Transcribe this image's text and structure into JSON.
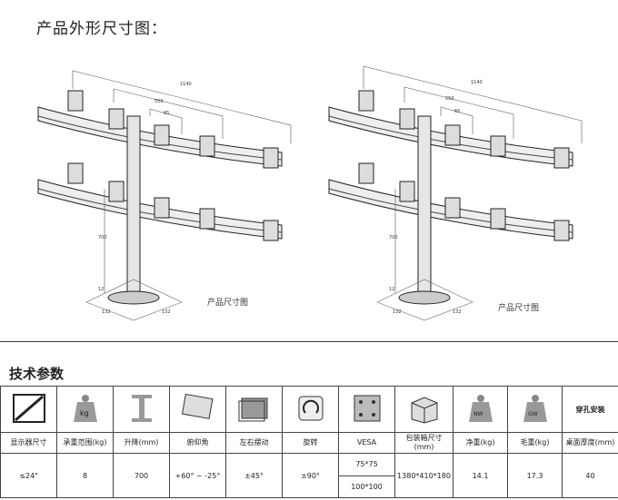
{
  "header": {
    "title": "产品外形尺寸图："
  },
  "drawings": [
    {
      "caption": "产品尺寸图",
      "dims": [
        "1140",
        "550",
        "65",
        "700",
        "12",
        "132",
        "132"
      ]
    },
    {
      "caption": "产品尺寸图",
      "dims": [
        "1140",
        "550",
        "65",
        "700",
        "12",
        "132",
        "132"
      ]
    }
  ],
  "specs": {
    "section_title": "技术参数",
    "hole_mount_label": "穿孔安装",
    "icons": [
      {
        "name": "screen-size-icon"
      },
      {
        "name": "weight-kg-icon",
        "text": "kg"
      },
      {
        "name": "lift-icon"
      },
      {
        "name": "tilt-icon"
      },
      {
        "name": "swivel-icon"
      },
      {
        "name": "rotate-icon"
      },
      {
        "name": "vesa-icon"
      },
      {
        "name": "box-icon"
      },
      {
        "name": "net-weight-icon",
        "text": "NW"
      },
      {
        "name": "gross-weight-icon",
        "text": "GW"
      }
    ],
    "labels": [
      "显示器尺寸",
      "承重范围(kg)",
      "升降(mm)",
      "俯仰角",
      "左右摆动",
      "旋转",
      "VESA",
      "包装箱尺寸\n(mm)",
      "净重(kg)",
      "毛重(kg)",
      "桌面厚度(mm)"
    ],
    "values": {
      "screen_size": "≤24\"",
      "load": "8",
      "lift": "700",
      "tilt": "+60° ~ -25°",
      "swivel": "±45°",
      "rotate": "±90°",
      "vesa": [
        "75*75",
        "100*100"
      ],
      "box": "1380*410*180",
      "net_weight": "14.1",
      "gross_weight": "17.3",
      "desk_thickness": "40"
    }
  }
}
